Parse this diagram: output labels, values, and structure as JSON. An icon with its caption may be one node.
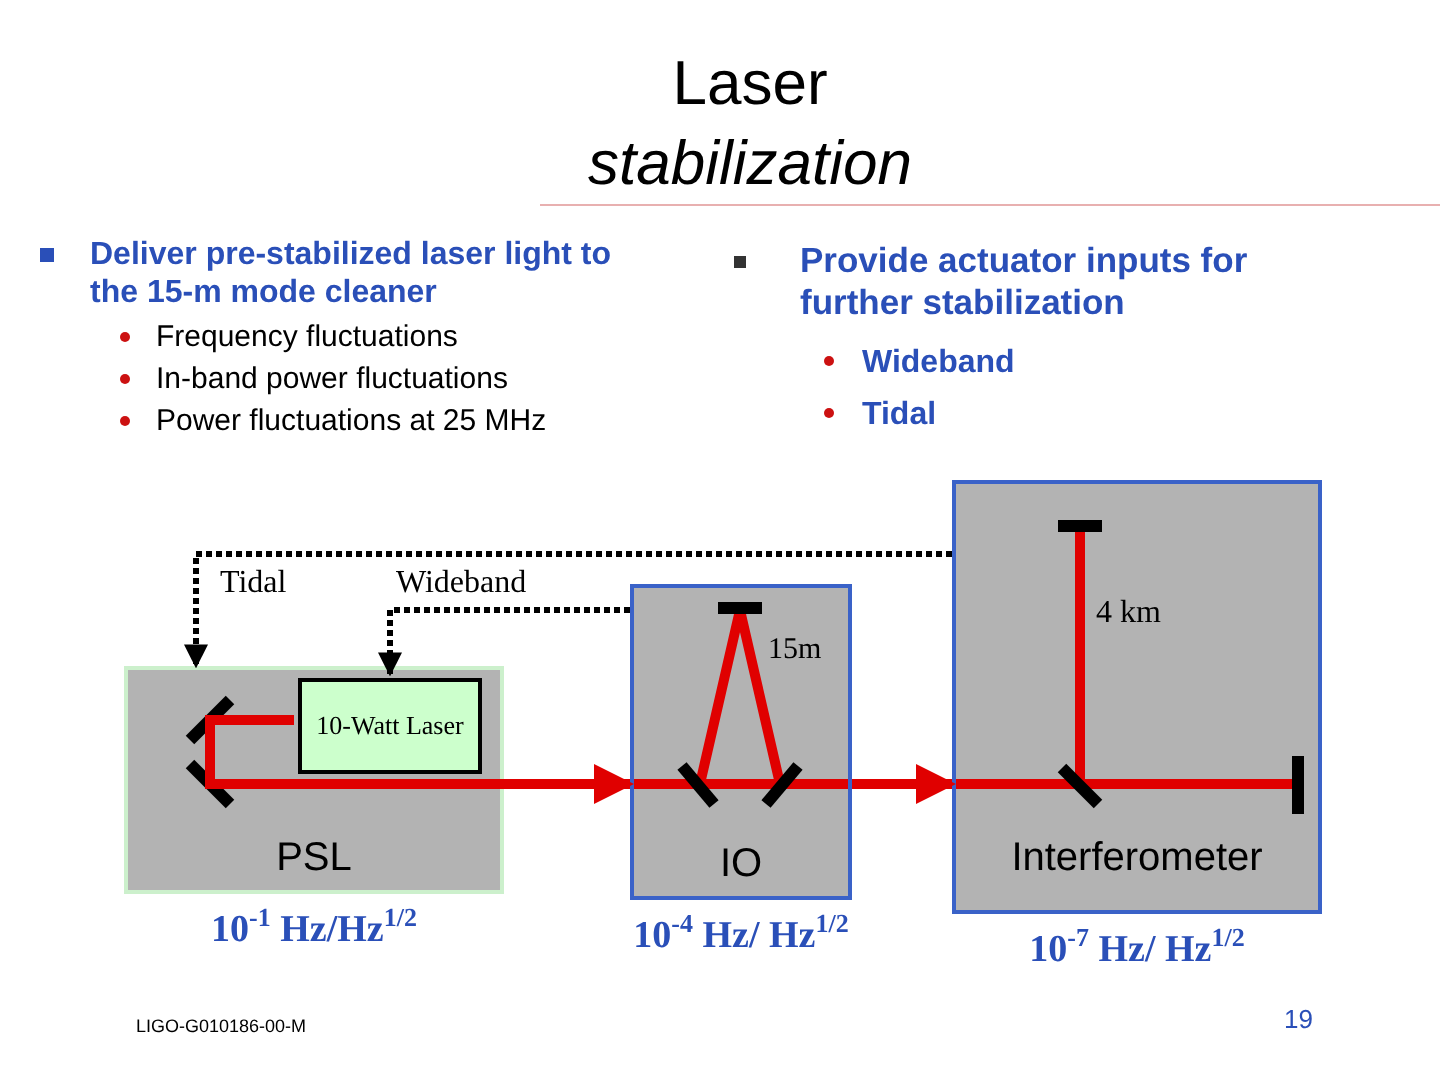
{
  "diagram": {
    "title": "Laser *stabilization*",
    "nodes": [
      {
        "text": [
          "PSL"
        ],
        "beside": [
          "10$^{-1}$ Hz/Hz$^{1/2}$"
        ]
      },
      {
        "text": [
          "10-Watt Laser"
        ],
        "in": 0
      },
      {
        "text": [
          "IO"
        ],
        "beside": [
          "10$^{-4}$ Hz/ Hz$^{1/2}$"
        ]
      },
      {
        "text": [
          "Interferometer"
        ],
        "beside": [
          "10$^{-7}$ Hz/ Hz$^{1/2}$"
        ]
      }
    ],
    "edges": [
      {
        "from": 3,
        "to": 0,
        "arrow": "to",
        "label": "Tidal",
        "style": "dashed"
      },
      {
        "from": 2,
        "to": 1,
        "arrow": "to",
        "label": "Wideband",
        "style": "dashed"
      },
      {
        "from": 1,
        "to": 2,
        "arrow": "to",
        "color": "#e00000"
      },
      {
        "from": 2,
        "to": 3,
        "arrow": "to",
        "color": "#e00000"
      }
    ],
    "labels": [
      "Deliver pre-stabilized laser light to the 15-m mode cleaner",
      "Frequency fluctuations",
      "In-band power fluctuations",
      "Power  fluctuations at 25 MHz",
      "Provide actuator inputs for further stabilization",
      "Wideband",
      "Tidal",
      "15m",
      "4 km",
      "LIGO-G010186-00-M",
      "19"
    ]
  }
}
